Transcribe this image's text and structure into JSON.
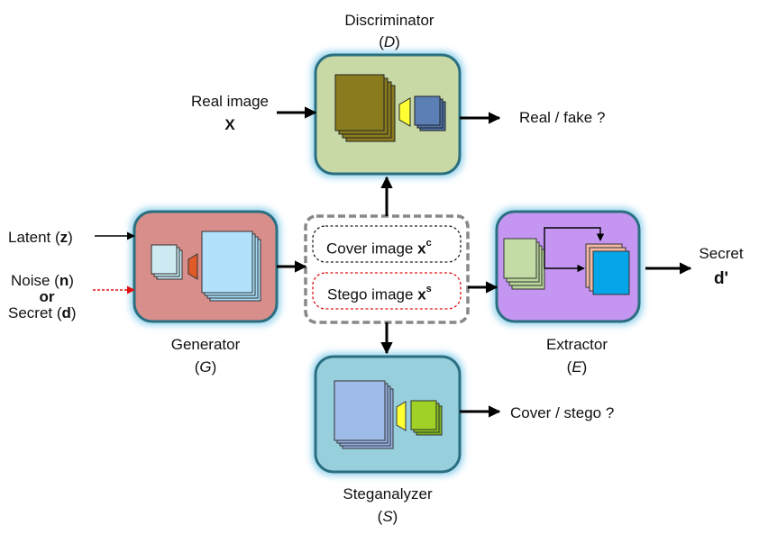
{
  "discriminator": {
    "title": "Discriminator",
    "symbol": "D"
  },
  "generator": {
    "title": "Generator",
    "symbol": "G"
  },
  "extractor": {
    "title": "Extractor",
    "symbol": "E"
  },
  "steganalyzer": {
    "title": "Steganalyzer",
    "symbol": "S"
  },
  "inputs": {
    "real_image": "Real image",
    "real_image_var": "X",
    "latent_prefix": "Latent (",
    "latent_var": "z",
    "latent_suffix": ")",
    "noise_prefix": "Noise (",
    "noise_var": "n",
    "noise_suffix": ")",
    "or": "or",
    "secret_prefix": "Secret (",
    "secret_var": "d",
    "secret_suffix": ")"
  },
  "images": {
    "cover_label": "Cover image ",
    "cover_var": "x",
    "cover_sup": "c",
    "stego_label": "Stego image ",
    "stego_var": "x",
    "stego_sup": "s"
  },
  "outputs": {
    "real_fake": "Real / fake ?",
    "cover_stego": "Cover / stego ?",
    "secret_label": "Secret",
    "secret_var": "d'"
  },
  "colors": {
    "discriminator_fill": "#c9d9a6",
    "generator_fill": "#d88e8a",
    "extractor_fill": "#c496f2",
    "steganalyzer_fill": "#97cfdd",
    "glow": "#8fd0ec",
    "noise_arrow": "#e01010"
  }
}
